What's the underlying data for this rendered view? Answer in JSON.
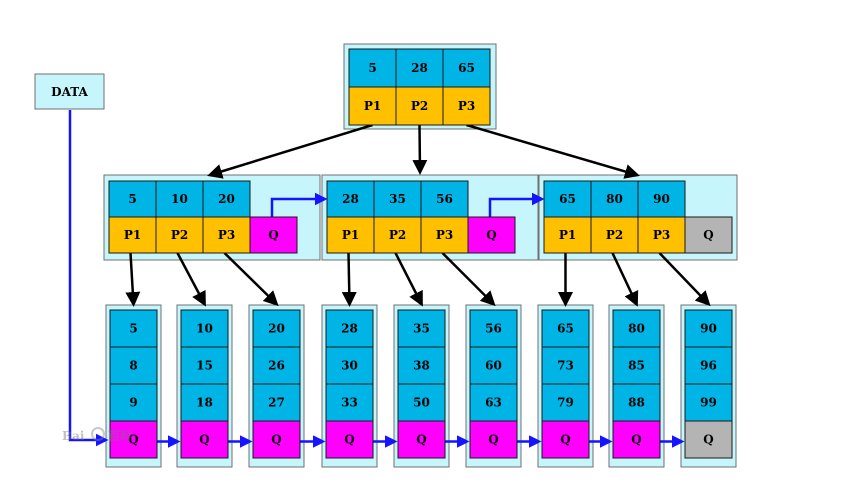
{
  "data_label": "DATA",
  "pointer_label": "Q",
  "watermark": "百科",
  "colors": {
    "key": "#00b4e6",
    "ptr": "#ffc000",
    "q": "#ff00ff",
    "q_empty": "#b4b4b4",
    "frame": "#c6f5fb",
    "arrow_black": "#000000",
    "arrow_blue": "#1414ff"
  },
  "root": {
    "keys": [
      "5",
      "28",
      "65"
    ],
    "ptrs": [
      "P1",
      "P2",
      "P3"
    ]
  },
  "internal": [
    {
      "keys": [
        "5",
        "10",
        "20"
      ],
      "ptrs": [
        "P1",
        "P2",
        "P3"
      ],
      "q_active": true
    },
    {
      "keys": [
        "28",
        "35",
        "56"
      ],
      "ptrs": [
        "P1",
        "P2",
        "P3"
      ],
      "q_active": true
    },
    {
      "keys": [
        "65",
        "80",
        "90"
      ],
      "ptrs": [
        "P1",
        "P2",
        "P3"
      ],
      "q_active": false
    }
  ],
  "leaves": [
    {
      "keys": [
        "5",
        "8",
        "9"
      ],
      "q_active": true
    },
    {
      "keys": [
        "10",
        "15",
        "18"
      ],
      "q_active": true
    },
    {
      "keys": [
        "20",
        "26",
        "27"
      ],
      "q_active": true
    },
    {
      "keys": [
        "28",
        "30",
        "33"
      ],
      "q_active": true
    },
    {
      "keys": [
        "35",
        "38",
        "50"
      ],
      "q_active": true
    },
    {
      "keys": [
        "56",
        "60",
        "63"
      ],
      "q_active": true
    },
    {
      "keys": [
        "65",
        "73",
        "79"
      ],
      "q_active": true
    },
    {
      "keys": [
        "80",
        "85",
        "88"
      ],
      "q_active": true
    },
    {
      "keys": [
        "90",
        "96",
        "99"
      ],
      "q_active": false
    }
  ]
}
